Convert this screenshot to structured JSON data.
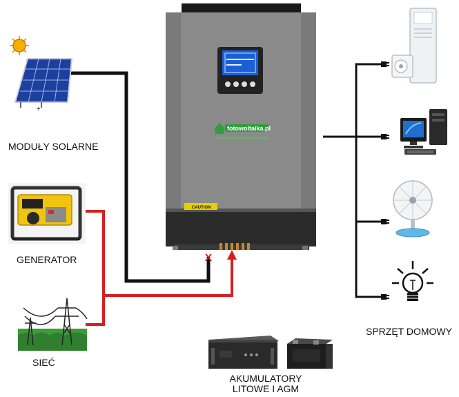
{
  "labels": {
    "solar": "MODUŁY SOLARNE",
    "generator": "GENERATOR",
    "grid": "SIEĆ",
    "home": "SPRZĘT DOMOWY",
    "battery_line1": "AKUMULATORY",
    "battery_line2": "LITOWE I AGM"
  },
  "inverter": {
    "brand": "fotowoltaika.pl",
    "caution": "CAUTION",
    "input_mark": "X"
  },
  "solar_panel_signs": {
    "minus": "-",
    "plus": "+"
  },
  "colors": {
    "dc_line": "#111111",
    "ac_line": "#d42020",
    "inverter_body": "#8a8a8a",
    "inverter_dark": "#2b2b2b",
    "lcd": "#1a5fd8",
    "brand": "#2e9e3a"
  },
  "icons": [
    "sun-icon",
    "solar-panel-icon",
    "generator-icon",
    "power-tower-icon",
    "inverter-icon",
    "air-conditioner-icon",
    "computer-icon",
    "fan-icon",
    "light-bulb-icon",
    "battery-rack-icon",
    "battery-box-icon",
    "plug-icon"
  ]
}
